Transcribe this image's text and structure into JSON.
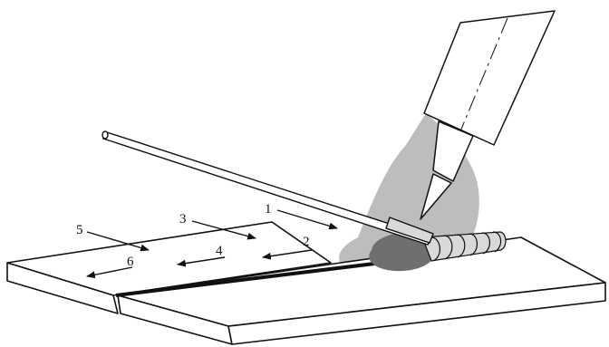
{
  "labels": {
    "l1": "1",
    "l2": "2",
    "l3": "3",
    "l4": "4",
    "l5": "5",
    "l6": "6"
  },
  "colors": {
    "line": "#111111",
    "shadow": "#bdbdbd",
    "pool": "#6f6f6f",
    "bead": "#d9d9d9",
    "background": "#ffffff"
  }
}
